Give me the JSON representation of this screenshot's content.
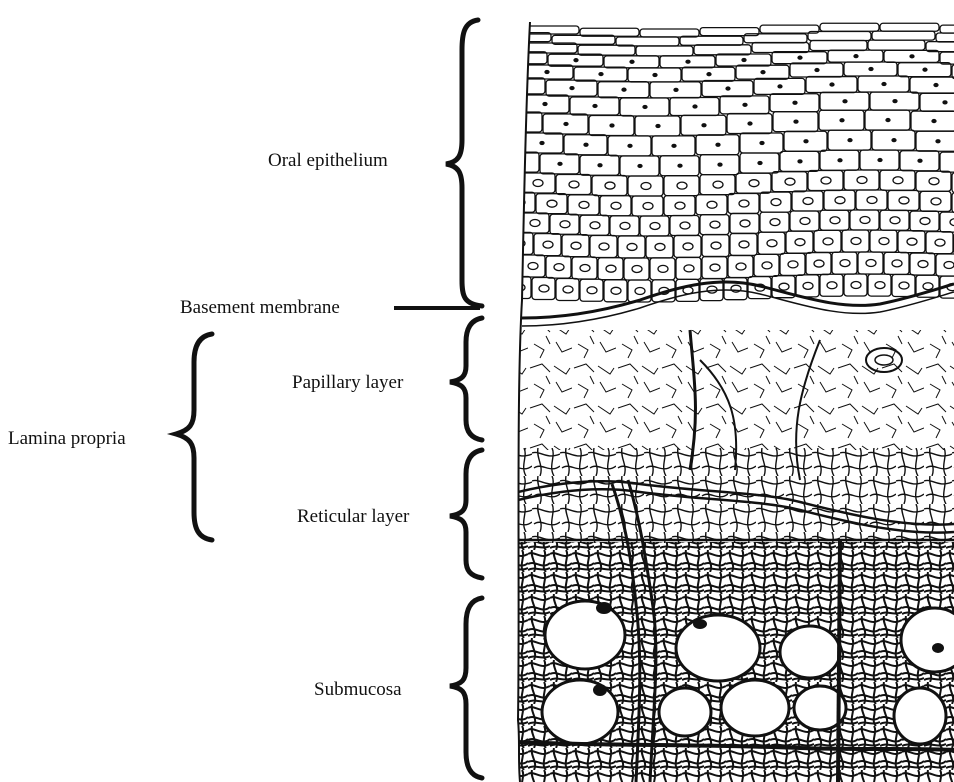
{
  "labels": {
    "oral_epithelium": "Oral epithelium",
    "basement_membrane": "Basement membrane",
    "lamina_propria": "Lamina propria",
    "papillary_layer": "Papillary layer",
    "reticular_layer": "Reticular layer",
    "submucosa": "Submucosa"
  },
  "colors": {
    "ink": "#111111",
    "paper": "#ffffff"
  }
}
